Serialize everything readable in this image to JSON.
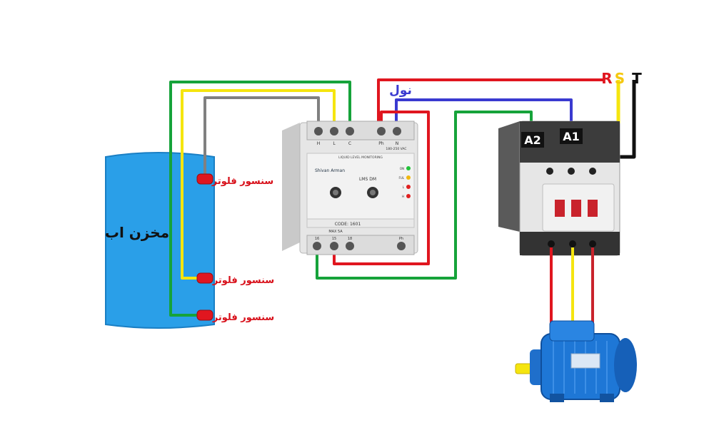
{
  "tank": {
    "label": "مخزن اب"
  },
  "sensors": [
    {
      "label": "سنسور فلوتر"
    },
    {
      "label": "سنسور فلوتر"
    },
    {
      "label": "سنسور فلوتر"
    }
  ],
  "relay": {
    "brand": "Shivan Arman",
    "model": "LMS DM",
    "header_text": "LIQUID LEVEL MONITORING",
    "code": "CODE: 1601",
    "max_current": "MAX 5A",
    "top_terminals": [
      "H",
      "L",
      "C",
      "Ph",
      "N"
    ],
    "voltage": "180-250 VAC",
    "indicators": [
      "ON",
      "FUL",
      "L",
      "H"
    ],
    "bottom_terminals": [
      "16",
      "15",
      "18",
      "Ph"
    ]
  },
  "phases": [
    "R",
    "S",
    "T"
  ],
  "neutral_label": "نول",
  "contactor": {
    "coil_a1": "A1",
    "coil_a2": "A2"
  },
  "colors": {
    "red": "#e0161f",
    "yellow": "#f5e50f",
    "green": "#16a33a",
    "gray": "#808080",
    "blue": "#3a3ad0",
    "black": "#111111",
    "tank_blue": "#2a9fe8",
    "motor_blue": "#1e77d6",
    "sensor_red": "#e0161f"
  }
}
